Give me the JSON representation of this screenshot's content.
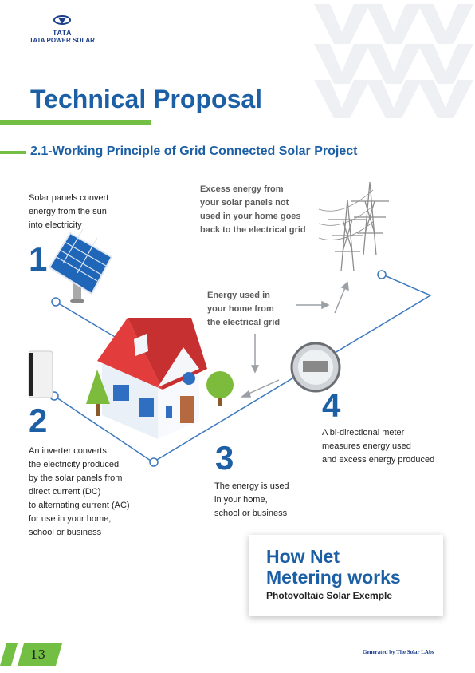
{
  "brand": {
    "mark": "TATA",
    "name": "TATA POWER SOLAR"
  },
  "page_title": "Technical Proposal",
  "section_title": "2.1-Working Principle of Grid Connected Solar Project",
  "steps": [
    {
      "number": "1",
      "text": "Solar panels convert\nenergy from the sun\ninto electricity"
    },
    {
      "number": "2",
      "text": "An inverter converts\nthe electricity produced\nby the solar panels from\ndirect current (DC)\nto alternating current (AC)\nfor use in your home,\nschool or business"
    },
    {
      "number": "3",
      "text": "The energy is used\nin your home,\nschool or business"
    },
    {
      "number": "4",
      "text": "A bi-directional meter\nmeasures energy used\nand excess energy produced"
    }
  ],
  "callouts": {
    "excess": "Excess energy from\nyour solar panels not\nused in your home goes\nback to the electrical grid",
    "used": "Energy used in\nyour home from\nthe electrical grid"
  },
  "card": {
    "line1": "How Net",
    "line2": "Metering works",
    "subtitle": "Photovoltaic  Solar Exemple"
  },
  "page_number": "13",
  "footer": "Generated by  The Solar LAbs",
  "colors": {
    "primary_blue": "#1c5fa5",
    "accent_green": "#72bf44",
    "roof_red": "#d63a3a",
    "pylon_gray": "#9a9a9a"
  }
}
